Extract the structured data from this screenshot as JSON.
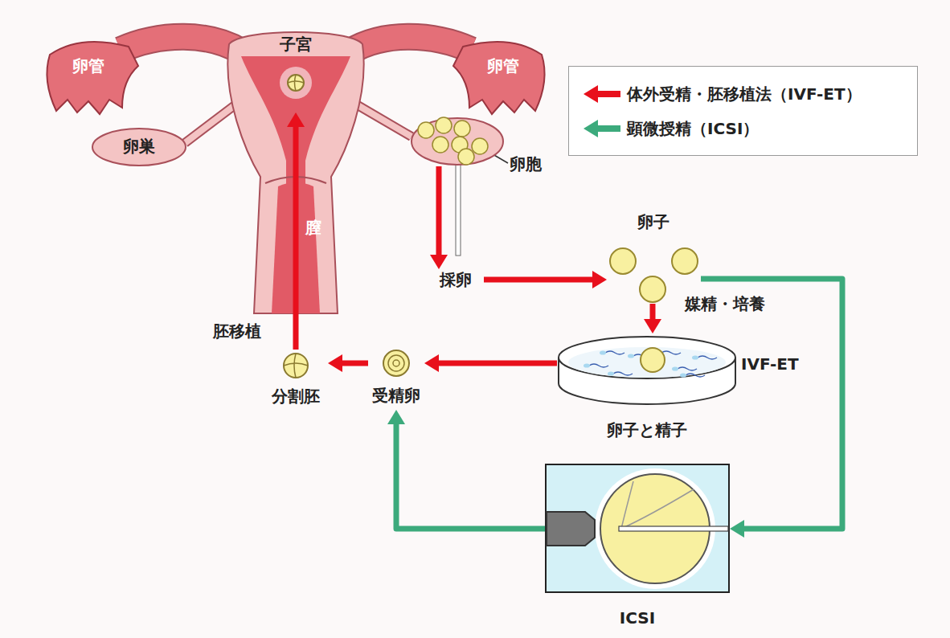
{
  "diagram": {
    "nodes": [
      {
        "text": [
          "子宮"
        ]
      },
      {
        "text": [
          "卵巣"
        ]
      },
      {
        "text": [
          "卵胞"
        ]
      },
      {
        "text": [
          "採卵"
        ]
      },
      {
        "text": [
          "卵子"
        ]
      },
      {
        "text": [
          "IVF-ET",
          "卵子と精子"
        ]
      },
      {
        "text": [
          "ICSI"
        ]
      },
      {
        "text": [
          "受精卵"
        ]
      },
      {
        "text": [
          "分割胚"
        ]
      }
    ],
    "edges": [
      {
        "from": 2,
        "to": 3,
        "arrow": "to"
      },
      {
        "from": 3,
        "to": 4,
        "arrow": "to"
      },
      {
        "from": 4,
        "to": 5,
        "label": "媒精・培養",
        "arrow": "to"
      },
      {
        "from": 5,
        "to": 7,
        "arrow": "to"
      },
      {
        "from": 7,
        "to": 8,
        "arrow": "to"
      },
      {
        "from": 8,
        "to": 0,
        "label": "胚移植",
        "arrow": "to"
      },
      {
        "from": 4,
        "to": 6,
        "arrow": "to"
      },
      {
        "from": 6,
        "to": 7,
        "arrow": "to"
      }
    ],
    "labels": [
      "卵管",
      "卵管",
      "膣"
    ],
    "legend": [
      {
        "text": "体外受精・胚移植法（IVF-ET）",
        "color": "#e8101c"
      },
      {
        "text": "顕微授精（ICSI）",
        "color": "#3caa7c"
      }
    ]
  }
}
